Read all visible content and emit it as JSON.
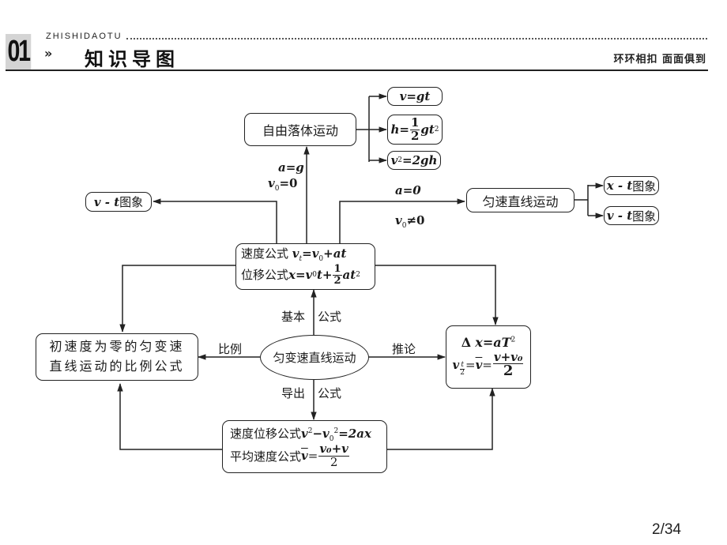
{
  "header": {
    "section_number": "01",
    "pinyin": "ZHISHIDAOTU",
    "chevron": "»",
    "title": "知识导图",
    "slogan": "环环相扣  面面俱到"
  },
  "nodes": {
    "free_fall": "自由落体运动",
    "free_fall_formulas": {
      "f1": "v=gt",
      "f2_lhs": "h=",
      "f2_num": "1",
      "f2_den": "2",
      "f2_rhs": "gt",
      "f2_sup": "2",
      "f3_v": "v",
      "f3_sup": "2",
      "f3_rhs": "=2gh"
    },
    "vt_graph_left": {
      "math": "v - t",
      "text": "图象"
    },
    "uniform_motion": "匀速直线运动",
    "xt_graph": {
      "math": "x - t",
      "text": "图象"
    },
    "vt_graph_right": {
      "math": "v - t",
      "text": "图象"
    },
    "basic_formulas": {
      "line1_label": "速度公式 ",
      "line1_math": "v",
      "line1_sub": "t",
      "line1_rest": "=v",
      "line1_sub2": "0",
      "line1_end": "+at",
      "line2_label": "位移公式",
      "line2_math": "x=v",
      "line2_sub": "0",
      "line2_mid": "t+",
      "line2_num": "1",
      "line2_den": "2",
      "line2_end": "at",
      "line2_sup": "2"
    },
    "center": "匀变速直线运动",
    "proportion_box": {
      "line1": "初速度为零的匀变速",
      "line2": "直线运动的比例公式"
    },
    "inference_box": {
      "line1_pre": "Δ",
      "line1_math": "x=aT",
      "line1_sup": "2",
      "line2_v": "v",
      "line2_sub_num": "t",
      "line2_sub_den": "2",
      "line2_mid": "=",
      "line2_vbar": "v",
      "line2_eq": "=",
      "line2_num": "v+v₀",
      "line2_den": "2"
    },
    "derived_box": {
      "line1_label": "速度位移公式",
      "line1_math": "v",
      "line1_sup": "2",
      "line1_mid": "−v",
      "line1_sub": "0",
      "line1_sup2": "2",
      "line1_end": "=2ax",
      "line2_label": "平均速度公式 ",
      "line2_vbar": "v",
      "line2_eq": " =",
      "line2_num": "v₀+v",
      "line2_den": "2"
    }
  },
  "edge_labels": {
    "a_eq_g": "a=g",
    "v0_eq_0": "v",
    "v0_sub": "0",
    "v0_val": "=0",
    "a_eq_0": "a=0",
    "v0_neq": "v",
    "v0_neq_sub": "0",
    "v0_neq_val": "≠0",
    "basic_left": "基本",
    "basic_right": "公式",
    "derive_left": "导出",
    "derive_right": "公式",
    "proportion": "比例",
    "inference": "推论"
  },
  "page_indicator": "2/34"
}
